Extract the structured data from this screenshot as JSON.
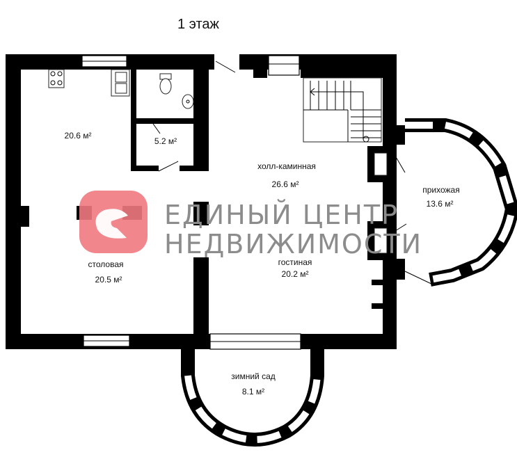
{
  "floor_title": "1 этаж",
  "rooms": [
    {
      "id": "kitchen",
      "name": "",
      "area": "20.6 м²"
    },
    {
      "id": "wc",
      "name": "",
      "area": "5.2 м²"
    },
    {
      "id": "hall",
      "name": "холл-каминная",
      "area": "26.6 м²"
    },
    {
      "id": "entry",
      "name": "прихожая",
      "area": "13.6 м²"
    },
    {
      "id": "dining",
      "name": "столовая",
      "area": "20.5 м²"
    },
    {
      "id": "living",
      "name": "гостиная",
      "area": "20.2 м²"
    },
    {
      "id": "winter-garden",
      "name": "зимний сад",
      "area": "8.1 м²"
    }
  ],
  "watermark": {
    "line1": "ЕДИНЫЙ ЦЕНТР",
    "line2": "НЕДВИЖИМОСТИ",
    "logo_color": "#f07a80"
  },
  "colors": {
    "wall": "#000000",
    "background": "#ffffff",
    "watermark_text": "#8c8c8c"
  }
}
